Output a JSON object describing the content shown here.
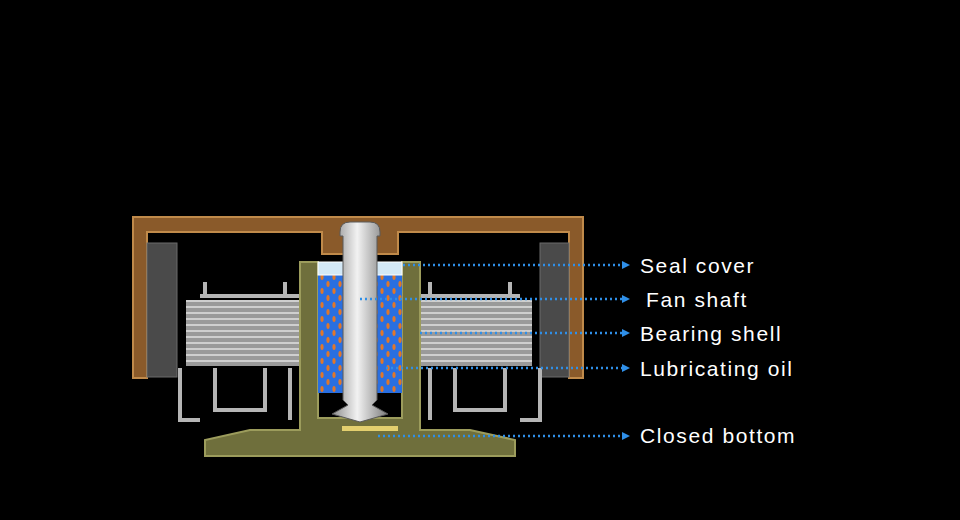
{
  "diagram": {
    "labels": [
      "Seal cover",
      "Fan shaft",
      "Bearing shell",
      "Lubricating oil",
      "Closed bottom"
    ]
  }
}
